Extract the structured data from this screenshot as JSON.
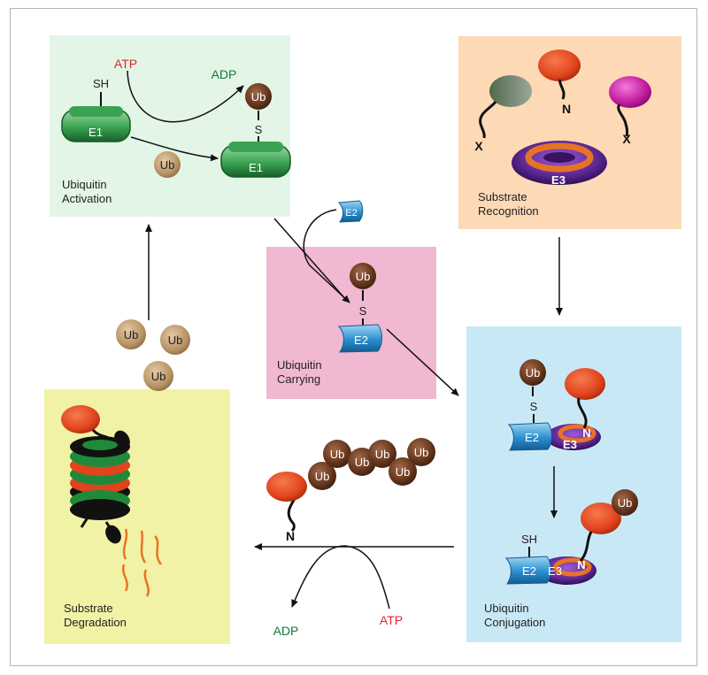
{
  "panels": {
    "activation": {
      "line1": "Ubiquitin",
      "line2": "Activation",
      "color": "#e3f5e6"
    },
    "recognition": {
      "line1": "Substrate",
      "line2": "Recognition",
      "color": "#fdd9b6"
    },
    "carrying": {
      "line1": "Ubiquitin",
      "line2": "Carrying",
      "color": "#f1b8d1"
    },
    "conjugation": {
      "line1": "Ubiquitin",
      "line2": "Conjugation",
      "color": "#c9e8f6"
    },
    "degradation": {
      "line1": "Substrate",
      "line2": "Degradation",
      "color": "#f1f2a5"
    }
  },
  "labels": {
    "ub": "Ub",
    "e1": "E1",
    "e2": "E2",
    "e3": "E3",
    "sh": "SH",
    "s": "S",
    "atp": "ATP",
    "adp": "ADP",
    "n": "N",
    "x": "X"
  },
  "colors": {
    "atp": "#e1262c",
    "adp": "#0f7a3b",
    "e1": "#1f8a3a",
    "e2": "#2a8fd0",
    "e3": "#5a2590",
    "ub": "#6b3a1f",
    "ub_free": "#b89466",
    "substrate": "#e0441c"
  }
}
